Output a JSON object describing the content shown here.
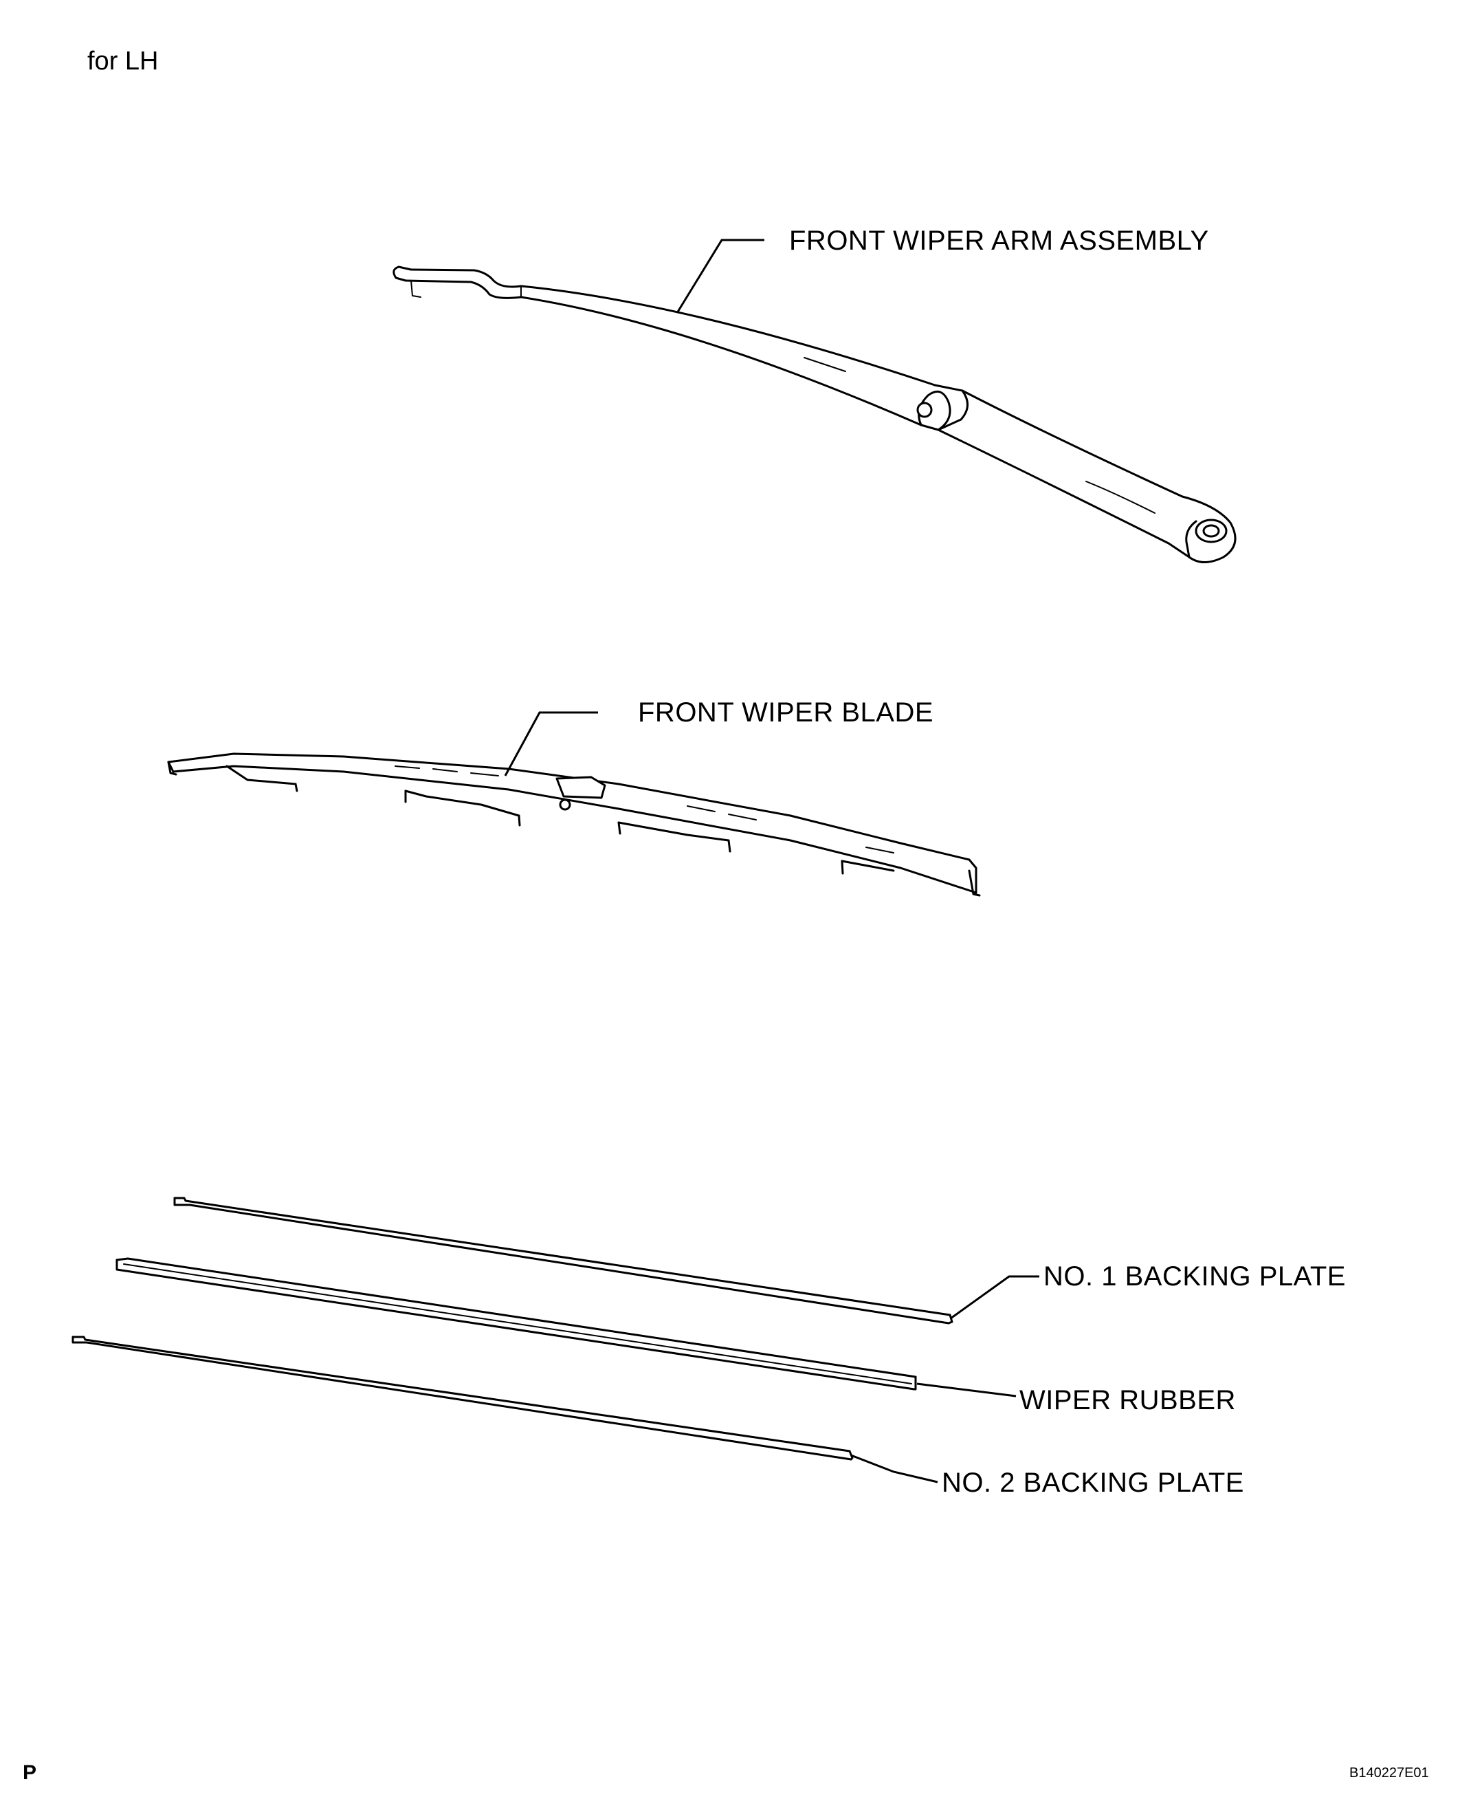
{
  "header": {
    "side_note": "for LH"
  },
  "callouts": {
    "arm": "FRONT WIPER ARM ASSEMBLY",
    "blade": "FRONT WIPER BLADE",
    "backing_plate_1": "NO. 1 BACKING PLATE",
    "rubber": "WIPER RUBBER",
    "backing_plate_2": "NO. 2 BACKING PLATE"
  },
  "footer": {
    "page_marker": "P",
    "figure_code": "B140227E01"
  }
}
